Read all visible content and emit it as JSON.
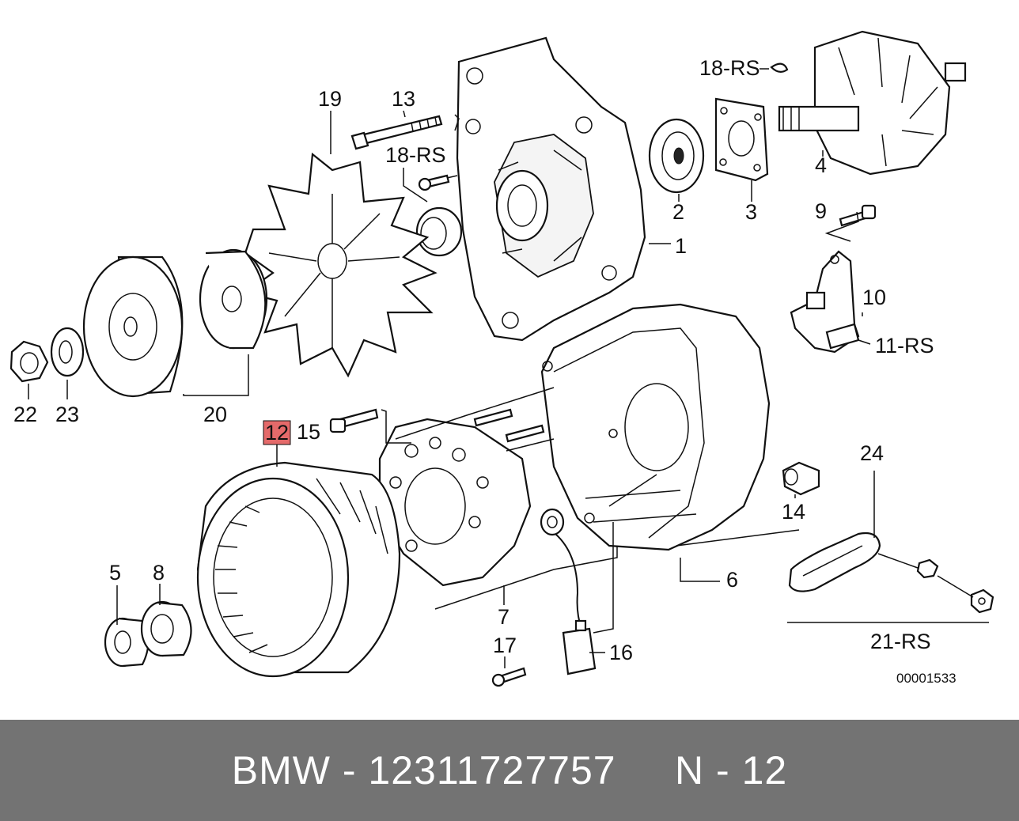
{
  "diagram": {
    "callouts": {
      "p1": "1",
      "p2": "2",
      "p3": "3",
      "p4": "4",
      "p5": "5",
      "p6": "6",
      "p7": "7",
      "p8": "8",
      "p9": "9",
      "p10": "10",
      "p11": "11-RS",
      "p12": "12",
      "p13": "13",
      "p14": "14",
      "p15": "15",
      "p16": "16",
      "p17": "17",
      "p18a": "18-RS",
      "p18b": "18-RS",
      "p19": "19",
      "p20": "20",
      "p21": "21-RS",
      "p22": "22",
      "p23": "23",
      "p24": "24"
    },
    "highlighted_part": "12",
    "highlight_color": "#e46a6a",
    "drawing_code": "00001533"
  },
  "footer": {
    "text": "BMW - 12311727757     N - 12",
    "bg_color": "#737373"
  }
}
